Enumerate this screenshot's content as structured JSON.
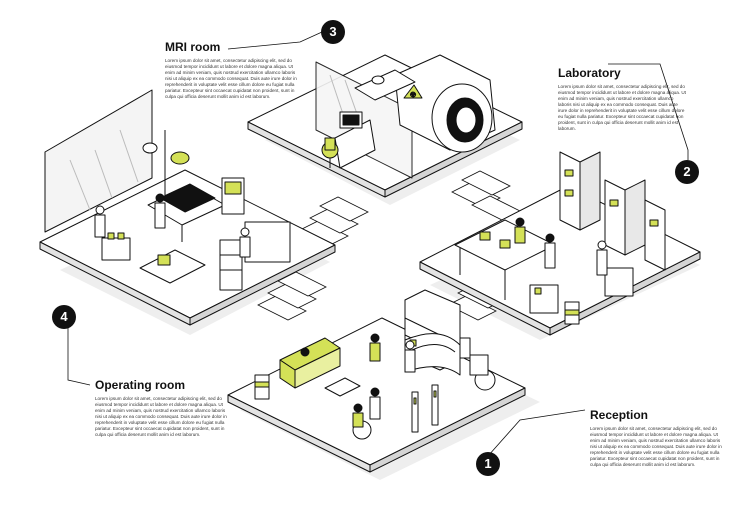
{
  "rooms": {
    "mri": {
      "number": "3",
      "title": "MRI room",
      "text": "Lorem ipsum dolor sit amet, consectetur adipiscing elit, sed do eiusmod tempor incididunt ut labore et dolore magna aliqua. Ut enim ad minim veniam, quis nostrud exercitation ullamco laboris nisi ut aliquip ex ea commodo consequat. Duis aute irure dolor in reprehenderit in voluptate velit esse cillum dolore eu fugiat nulla pariatur. Excepteur sint occaecat cupidatat non proident, sunt in culpa qui officia deserunt mollit anim id est laborum."
    },
    "laboratory": {
      "number": "2",
      "title": "Laboratory",
      "text": "Lorem ipsum dolor sit amet, consectetur adipiscing elit, sed do eiusmod tempor incididunt ut labore et dolore magna aliqua. Ut enim ad minim veniam, quis nostrud exercitation ullamco laboris nisi ut aliquip ex ea commodo consequat. Duis aute irure dolor in reprehenderit in voluptate velit esse cillum dolore eu fugiat nulla pariatur. Excepteur sint occaecat cupidatat non proident, sunt in culpa qui officia deserunt mollit anim id est laborum."
    },
    "operating": {
      "number": "4",
      "title": "Operating room",
      "text": "Lorem ipsum dolor sit amet, consectetur adipiscing elit, sed do eiusmod tempor incididunt ut labore et dolore magna aliqua. Ut enim ad minim veniam, quis nostrud exercitation ullamco laboris nisi ut aliquip ex ea commodo consequat. Duis aute irure dolor in reprehenderit in voluptate velit esse cillum dolore eu fugiat nulla pariatur. Excepteur sint occaecat cupidatat non proident, sunt in culpa qui officia deserunt mollit anim id est laborum."
    },
    "reception": {
      "number": "1",
      "title": "Reception",
      "text": "Lorem ipsum dolor sit amet, consectetur adipiscing elit, sed do eiusmod tempor incididunt ut labore et dolore magna aliqua. Ut enim ad minim veniam, quis nostrud exercitation ullamco laboris nisi ut aliquip ex ea commodo consequat. Duis aute irure dolor in reprehenderit in voluptate velit esse cillum dolore eu fugiat nulla pariatur. Excepteur sint occaecat cupidatat non proident, sunt in culpa qui officia deserunt mollit anim id est laborum."
    }
  },
  "colors": {
    "accent": "#d4e157",
    "line": "#111111",
    "floor": "#ffffff",
    "floor_side": "#e6e6e6",
    "shadow": "#ededed"
  }
}
